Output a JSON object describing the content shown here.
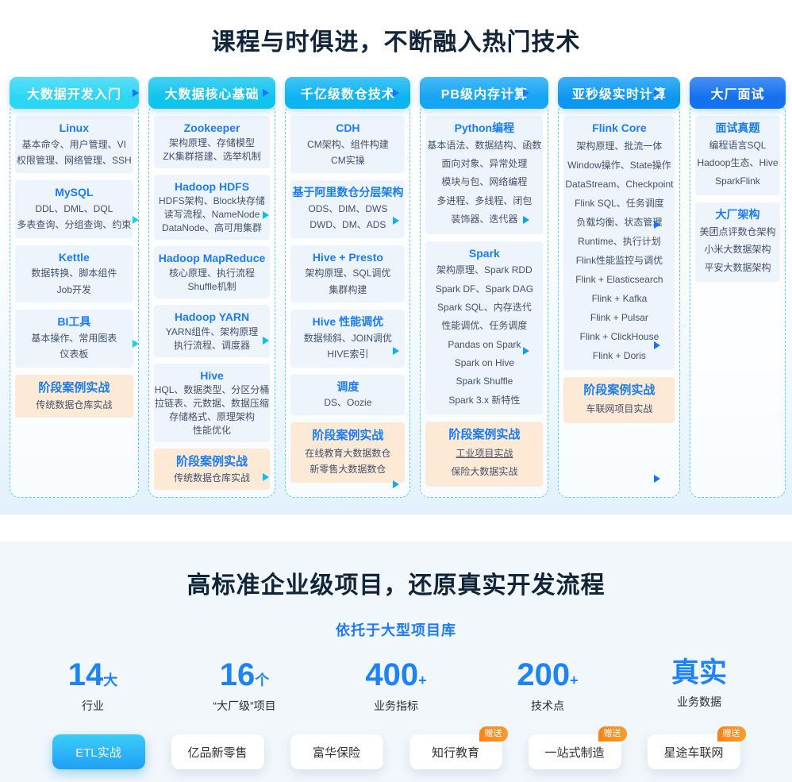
{
  "curriculum": {
    "title": "课程与时俱进，不断融入热门技术",
    "columns": [
      {
        "header": "大数据开发入门",
        "color": "#2cd6f5",
        "cards": [
          {
            "title": "Linux",
            "lines": [
              "基本命令、用户管理、VI",
              "权限管理、网络管理、SSH"
            ]
          },
          {
            "title": "MySQL",
            "lines": [
              "DDL、DML、DQL",
              "多表查询、分组查询、约束"
            ]
          },
          {
            "title": "Kettle",
            "lines": [
              "数据转换、脚本组件",
              "Job开发"
            ]
          },
          {
            "title": "BI工具",
            "lines": [
              "基本操作、常用图表",
              "仪表板"
            ]
          },
          {
            "title": "阶段案例实战",
            "highlight": true,
            "lines": [
              "传统数据仓库实战"
            ]
          }
        ]
      },
      {
        "header": "大数据核心基础",
        "color": "#0fc4ee",
        "cards": [
          {
            "title": "Zookeeper",
            "lines": [
              "架构原理、存储模型",
              "ZK集群搭建、选举机制"
            ]
          },
          {
            "title": "Hadoop HDFS",
            "lines": [
              "HDFS架构、Block块存储",
              "读写流程、NameNode",
              "DataNode、高可用集群"
            ]
          },
          {
            "title": "Hadoop MapReduce",
            "lines": [
              "核心原理、执行流程",
              "Shuffle机制"
            ]
          },
          {
            "title": "Hadoop YARN",
            "lines": [
              "YARN组件、架构原理",
              "执行流程、调度器"
            ]
          },
          {
            "title": "Hive",
            "lines": [
              "HQL、数据类型、分区分桶",
              "拉链表、元数据、数据压缩",
              "存储格式、原理架构",
              "性能优化"
            ]
          },
          {
            "title": "阶段案例实战",
            "highlight": true,
            "lines": [
              "传统数据仓库实战"
            ]
          }
        ]
      },
      {
        "header": "千亿级数仓技术",
        "color": "#0cb4f1",
        "cards": [
          {
            "title": "CDH",
            "lines": [
              "CM架构、组件构建",
              "CM实操"
            ]
          },
          {
            "title": "基于阿里数仓分层架构",
            "lines": [
              "ODS、DIM、DWS",
              "DWD、DM、ADS"
            ]
          },
          {
            "title": "Hive + Presto",
            "lines": [
              "架构原理、SQL调优",
              "集群构建"
            ]
          },
          {
            "title": "Hive 性能调优",
            "lines": [
              "数据倾斜、JOIN调优",
              "HIVE索引"
            ]
          },
          {
            "title": "调度",
            "lines": [
              "DS、Oozie"
            ]
          },
          {
            "title": "阶段案例实战",
            "highlight": true,
            "lines": [
              "在线教育大数据数仓",
              "新零售大数据数仓"
            ]
          }
        ]
      },
      {
        "header": "PB级内存计算",
        "color": "#14a6f4",
        "cards": [
          {
            "title": "Python编程",
            "lines": [
              "基本语法、数据结构、函数",
              "面向对象、异常处理",
              "模块与包、网络编程",
              "多进程、多线程、闭包",
              "装饰器、迭代器"
            ]
          },
          {
            "title": "Spark",
            "lines": [
              "架构原理、Spark RDD",
              "Spark DF、Spark DAG",
              "Spark SQL、内存迭代",
              "性能调优、任务调度",
              "Pandas on Spark",
              "Spark on Hive",
              "Spark Shuffle",
              "Spark 3.x 新特性"
            ]
          },
          {
            "title": "阶段案例实战",
            "highlight": true,
            "lines": [
              {
                "text": "工业项目实战",
                "underline": true
              },
              "保险大数据实战"
            ]
          }
        ]
      },
      {
        "header": "亚秒级实时计算",
        "color": "#0c98f2",
        "cards": [
          {
            "title": "Flink Core",
            "lines": [
              "架构原理、批流一体",
              "Window操作、State操作",
              "DataStream、Checkpoint",
              "Flink SQL、任务调度",
              "负载均衡、状态管理",
              "Runtime、执行计划",
              "Flink性能监控与调优",
              "Flink + Elasticsearch",
              "Flink + Kafka",
              "Flink + Pulsar",
              "Flink + ClickHouse",
              "Flink + Doris"
            ]
          },
          {
            "title": "阶段案例实战",
            "highlight": true,
            "lines": [
              "车联网项目实战"
            ]
          }
        ]
      },
      {
        "header": "大厂面试",
        "color": "#1471ef",
        "cards": [
          {
            "title": "面试真题",
            "lines": [
              "编程语言SQL",
              "Hadoop生态、Hive",
              "SparkFlink"
            ]
          },
          {
            "title": "大厂架构",
            "lines": [
              "美团点评数仓架构",
              "小米大数据架构",
              "平安大数据架构"
            ]
          }
        ]
      }
    ]
  },
  "projects": {
    "title": "高标准企业级项目，还原真实开发流程",
    "subtitle": "依托于大型项目库",
    "stats": [
      {
        "value": "14",
        "suffix": "大",
        "label": "行业"
      },
      {
        "value": "16",
        "suffix": "个",
        "label": "“大厂级”项目"
      },
      {
        "value": "400",
        "suffix": "+",
        "label": "业务指标"
      },
      {
        "value": "200",
        "suffix": "+",
        "label": "技术点"
      },
      {
        "value": "真实",
        "suffix": "",
        "label": "业务数据"
      }
    ],
    "tabs": [
      {
        "label": "ETL实战",
        "active": true
      },
      {
        "label": "亿品新零售"
      },
      {
        "label": "富华保险"
      },
      {
        "label": "知行教育",
        "badge": "赠送"
      },
      {
        "label": "一站式制造",
        "badge": "赠送"
      },
      {
        "label": "星途车联网",
        "badge": "赠送"
      }
    ]
  },
  "colors": {
    "accent_blue": "#1c7df2",
    "stat_blue": "#1e83f7",
    "highlight_card_bg": "#fce9d6",
    "card_bg": "#edf4fb",
    "badge_orange": "#f98d1f",
    "header_arrow_blue": "#1877f2",
    "active_tab_gradient": [
      "#3bcdf8",
      "#1f9ff6"
    ]
  }
}
